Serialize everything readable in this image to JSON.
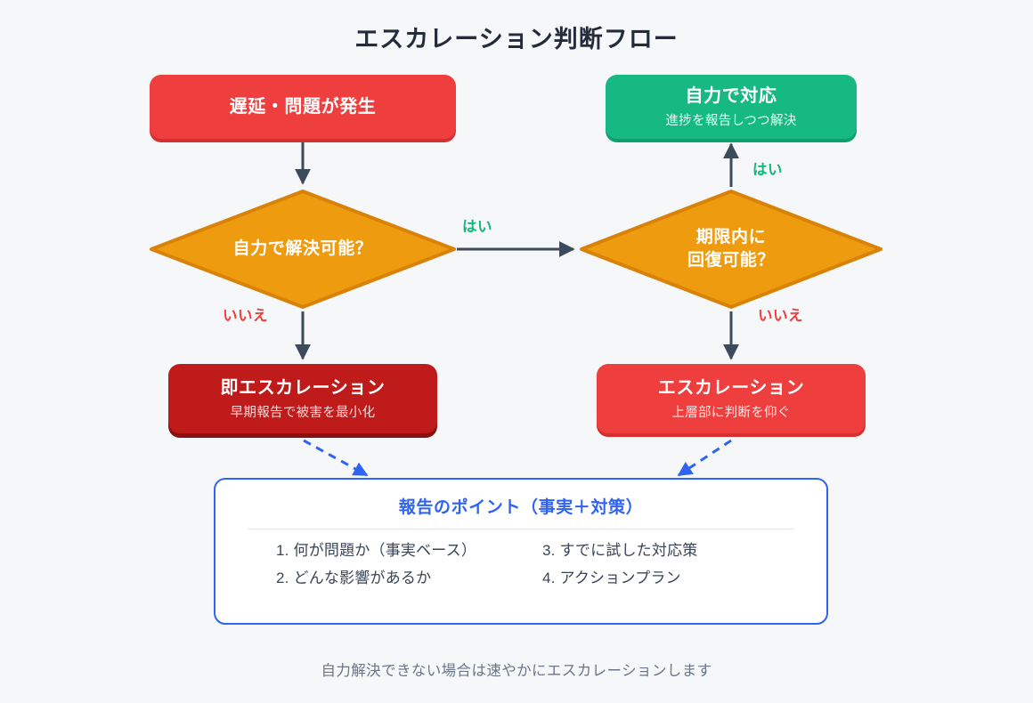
{
  "title": "エスカレーション判断フロー",
  "colors": {
    "background": "#f6f7f9",
    "danger": "#ef3e3e",
    "danger_dark": "#bf1b1b",
    "success": "#16b981",
    "decision": "#ef9b0f",
    "decision_border": "#d98208",
    "info_blue": "#2f63f2",
    "arrow": "#3d4a5c",
    "text": "#2b3445"
  },
  "nodes": {
    "start": {
      "title": "遅延・問題が発生",
      "subtitle": ""
    },
    "diamond_solve": {
      "line1": "自力で解決可能？"
    },
    "diamond_recover": {
      "line1": "期限内に",
      "line2": "回復可能？"
    },
    "self_handle": {
      "title": "自力で対応",
      "subtitle": "進捗を報告しつつ解決"
    },
    "immediate_escalation": {
      "title": "即エスカレーション",
      "subtitle": "早期報告で被害を最小化"
    },
    "escalation": {
      "title": "エスカレーション",
      "subtitle": "上層部に判断を仰ぐ"
    }
  },
  "edge_labels": {
    "yes_horizontal": "はい",
    "no_left": "いいえ",
    "yes_up": "はい",
    "no_right": "いいえ"
  },
  "info_panel": {
    "title": "報告のポイント（事実＋対策）",
    "points": [
      "1. 何が問題か（事実ベース）",
      "2. どんな影響があるか",
      "3. すでに試した対応策",
      "4. アクションプラン"
    ]
  },
  "footer": {
    "note": "自力解決できない場合は速やかにエスカレーションします"
  }
}
